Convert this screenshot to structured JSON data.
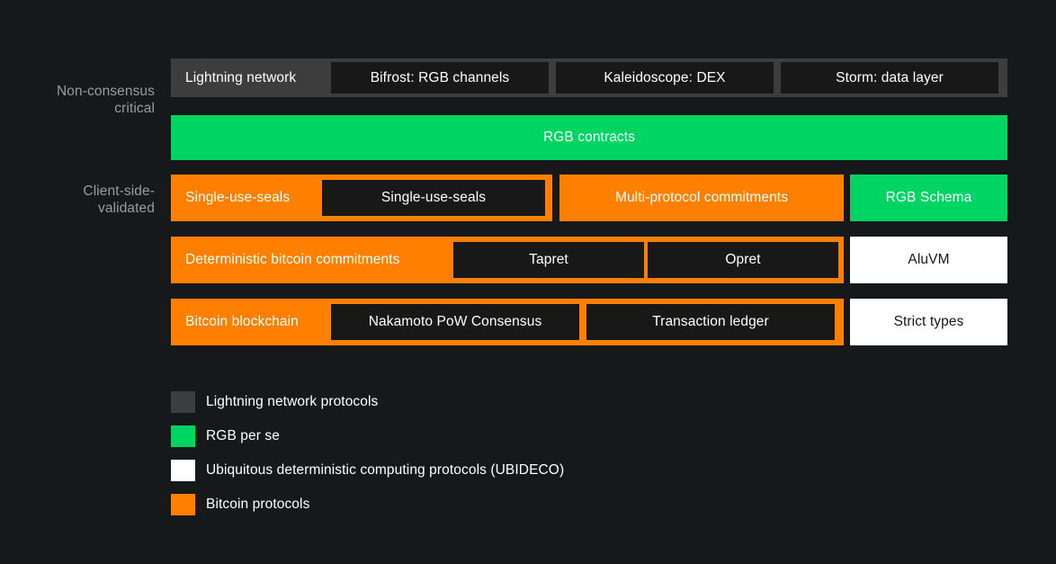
{
  "page": {
    "background": "#16181a",
    "chip_background": "#181818"
  },
  "palette": {
    "lightning_grey": "#3d3d3d",
    "rgb_green": "#00d563",
    "ubideco_white": "#ffffff",
    "bitcoin_orange": "#ff8000"
  },
  "side_labels": {
    "non_consensus": "Non-consensus\ncritical",
    "non_consensus_line1": "Non-consensus",
    "non_consensus_line2": "critical",
    "client_side": "Client-side-\nvalidated",
    "client_side_line1": "Client-side-",
    "client_side_line2": "validated"
  },
  "rows": [
    {
      "id": "lightning-row",
      "color": "lightning_grey",
      "title": "Lightning network",
      "chips": [
        "Bifrost: RGB channels",
        "Kaleidoscope: DEX",
        "Storm: data layer"
      ],
      "side_chip": null
    },
    {
      "id": "rgb-contracts-row",
      "color": "rgb_green",
      "title": "RGB contracts",
      "chips": [],
      "side_chip": null
    },
    {
      "id": "single-use-seals-row",
      "color": "bitcoin_orange",
      "title": "Single-use-seals",
      "chips": [
        "Single-use-seals"
      ],
      "second_block": "Multi-protocol commitments",
      "side_chip": "RGB Schema"
    },
    {
      "id": "deterministic-commitments-row",
      "color": "bitcoin_orange",
      "title": "Deterministic bitcoin commitments",
      "chips": [
        "Tapret",
        "Opret"
      ],
      "side_chip": "AluVM"
    },
    {
      "id": "bitcoin-blockchain-row",
      "color": "bitcoin_orange",
      "title": "Bitcoin blockchain",
      "chips": [
        "Nakamoto PoW Consensus",
        "Transaction ledger"
      ],
      "side_chip": "Strict types"
    }
  ],
  "legend": {
    "items": [
      {
        "color": "#3d3d3d",
        "label": "Lightning network protocols"
      },
      {
        "color": "#00d563",
        "label": "RGB per se"
      },
      {
        "color": "#ffffff",
        "label": "Ubiquitous deterministic computing protocols (UBIDECO)"
      },
      {
        "color": "#ff8000",
        "label": "Bitcoin protocols"
      }
    ]
  }
}
